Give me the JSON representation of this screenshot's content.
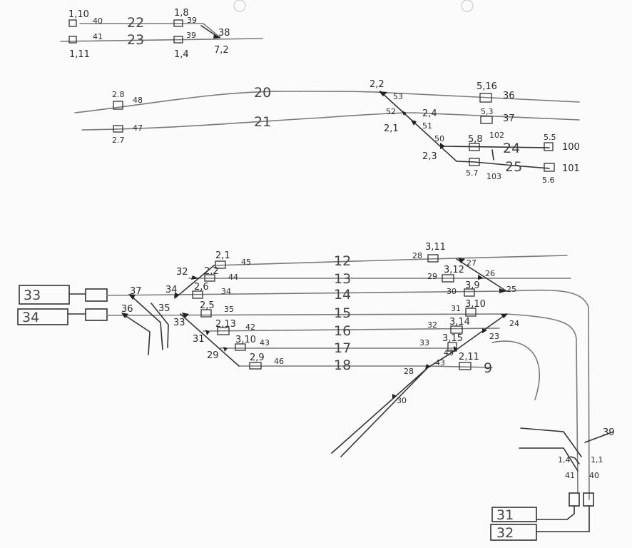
{
  "top": {
    "track_22": "22",
    "track_23": "23",
    "sig_1_10": "1,10",
    "n40": "40",
    "sig_1_8": "1,8",
    "n39a": "39",
    "sig_1_11": "1,11",
    "n41": "41",
    "sig_1_4": "1,4",
    "n39b": "39",
    "sw_38": "38",
    "sw_7_2": "7,2"
  },
  "middle": {
    "track_20": "20",
    "track_21": "21",
    "track_24": "24",
    "track_25": "25",
    "sig_2_8": "2.8",
    "n48": "48",
    "sig_2_7": "2.7",
    "n47": "47",
    "sw_2_2": "2,2",
    "n53": "53",
    "n52": "52",
    "sw_2_4": "2,4",
    "sw_2_1": "2,1",
    "n51": "51",
    "n50": "50",
    "sw_2_3": "2,3",
    "sig_5_16": "5,16",
    "n36": "36",
    "sig_5_3": "5,3",
    "n37": "37",
    "sig_5_8": "5,8",
    "n102": "102",
    "sig_5_5": "5.5",
    "n100": "100",
    "sig_5_7": "5.7",
    "n103": "103",
    "sig_5_6": "5.6",
    "n101": "101"
  },
  "bottom": {
    "block_33": "33",
    "block_34": "34",
    "sw_37": "37",
    "sw_36": "36",
    "sw_35": "35",
    "tracks": [
      "12",
      "13",
      "14",
      "15",
      "16",
      "17",
      "18"
    ],
    "sw_32": "32",
    "sw_34": "34",
    "sw_33": "33",
    "sw_31": "31",
    "sw_29": "29",
    "sig_2_1": "2,1",
    "n45": "45",
    "sig_2_2": "2,2",
    "n44": "44",
    "sig_2_6": "2,6",
    "n34": "34",
    "sig_2_5": "2,5",
    "n35": "35",
    "sig_2_13": "2,13",
    "n42": "42",
    "sig_3_10l": "3,10",
    "n43": "43",
    "sig_2_9": "2,9",
    "n46": "46",
    "n28a": "28",
    "sig_3_11": "3,11",
    "n29": "29",
    "sig_3_12": "3,12",
    "n30": "30",
    "sig_3_9": "3,9",
    "n31": "31",
    "sig_3_10r": "3,10",
    "n32": "32",
    "sig_3_14": "3,14",
    "n33": "33",
    "sig_3_15": "3,15",
    "sw_43a": "43",
    "sw_43b": "43",
    "sw_28b": "28",
    "sig_2_11": "2,11",
    "n9": "9",
    "sw_27": "27",
    "sw_26": "26",
    "sw_25": "25",
    "sw_24": "24",
    "sw_23": "23",
    "sw_30": "30",
    "sw_39": "39",
    "sw_1_4": "1,4",
    "sw_1_1": "1,1",
    "n41": "41",
    "n40": "40",
    "block_31": "31",
    "block_32": "32"
  }
}
